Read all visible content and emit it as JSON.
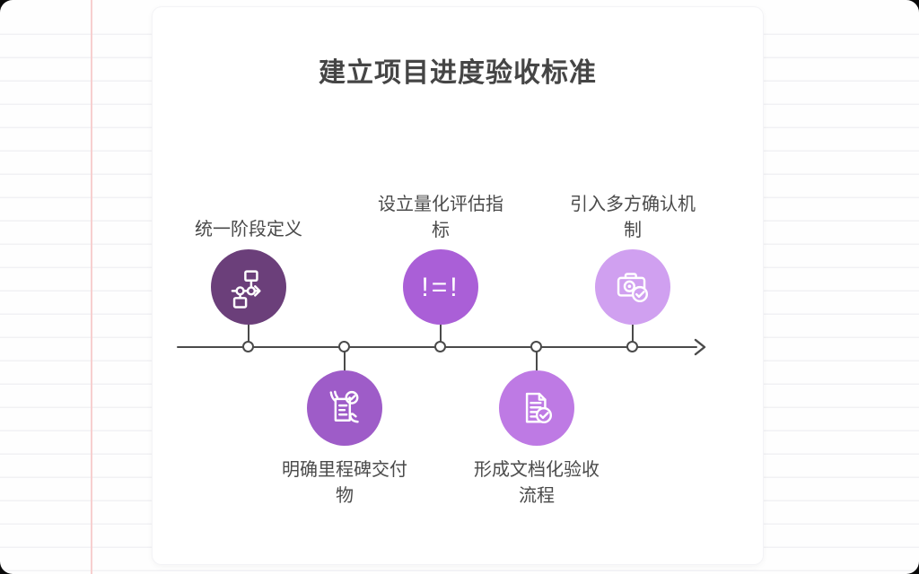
{
  "title": "建立项目进度验收标准",
  "timeline": {
    "direction": "left-to-right",
    "nodes": [
      {
        "label": "统一阶段定义",
        "position": "above",
        "color": "#6B3F7A",
        "icon": "workflow-icon"
      },
      {
        "label": "明确里程碑交付物",
        "position": "below",
        "color": "#9E5CC8",
        "icon": "checklist-hand-icon"
      },
      {
        "label": "设立量化评估指标",
        "position": "above",
        "color": "#AA5FD7",
        "icon": "not-equal-icon",
        "icon_text": "!=!"
      },
      {
        "label": "形成文档化验收流程",
        "position": "below",
        "color": "#BE7AE4",
        "icon": "document-check-icon"
      },
      {
        "label": "引入多方确认机制",
        "position": "above",
        "color": "#D0A0F0",
        "icon": "camera-check-icon"
      }
    ]
  },
  "colors": {
    "text": "#4A4A4A",
    "axis": "#4A4A4A",
    "card_background": "#FFFFFF",
    "ruled_line": "#F1F1F4",
    "margin_line": "#F7CFCF"
  }
}
